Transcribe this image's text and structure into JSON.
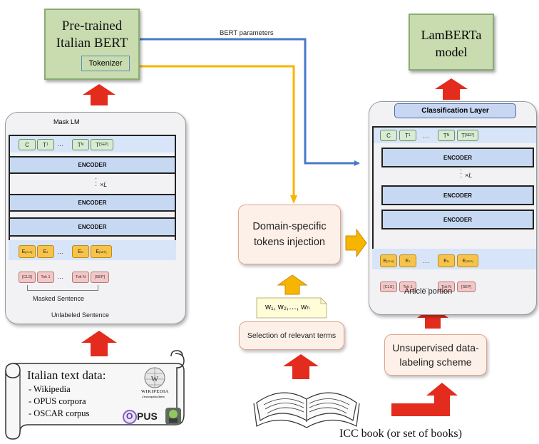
{
  "pretrained_box": {
    "title_line1": "Pre-trained",
    "title_line2": "Italian BERT",
    "tokenizer": "Tokenizer"
  },
  "lamberta_box": {
    "line1": "LamBERTa",
    "line2": "model"
  },
  "bert_parameters_label": "BERT parameters",
  "left_panel": {
    "mask_lm": "Mask LM",
    "encoder": "ENCODER",
    "xl": "×L",
    "out_tokens": [
      "C",
      "T",
      "…",
      "T",
      "T"
    ],
    "out_subs": [
      "",
      "1",
      "",
      "N",
      "[SEP]"
    ],
    "emb_tokens": [
      "E",
      "E",
      "…",
      "E",
      "E"
    ],
    "emb_subs": [
      "[CLS]",
      "1",
      "",
      "N",
      "[SEP]"
    ],
    "in_tokens": [
      "[CLS]",
      "Tok 1",
      "…",
      "Tok N",
      "[SEP]"
    ],
    "masked_sentence": "Masked Sentence",
    "unlabeled_sentence": "Unlabeled Sentence"
  },
  "right_panel": {
    "classification_layer": "Classification Layer",
    "encoder": "ENCODER",
    "xl": "×L",
    "out_tokens": [
      "C",
      "T",
      "…",
      "T",
      "T"
    ],
    "out_subs": [
      "",
      "1",
      "",
      "N",
      "[SEP]"
    ],
    "emb_tokens": [
      "E",
      "E",
      "…",
      "E",
      "E"
    ],
    "emb_subs": [
      "[CLS]",
      "1",
      "",
      "N",
      "[SEP]"
    ],
    "in_tokens": [
      "[CLS]",
      "Tok 1",
      "…",
      "Tok N",
      "[SEP]"
    ],
    "article_portion": "Article portion"
  },
  "domain_box": {
    "line1": "Domain-specific",
    "line2": "tokens injection"
  },
  "terms_note": "w₁, w₂,…, wₕ",
  "selection_box": "Selection of relevant terms",
  "unsupervised_box": {
    "line1": "Unsupervised data-",
    "line2": "labeling scheme"
  },
  "book_caption": "ICC book (or set of books)",
  "scroll": {
    "title": "Italian text data:",
    "items": [
      "- Wikipedia",
      "- OPUS corpora",
      "- OSCAR corpus"
    ],
    "wikipedia_logo": "WIKIPEDIA",
    "wikipedia_sub": "L'enciclopedia libera",
    "opus_o": "O",
    "opus_rest": "PUS"
  },
  "colors": {
    "blue_arrow": "#4a78c8",
    "yellow_arrow": "#f7b500",
    "red_arrow": "#e32b1e",
    "green_box": "#c8dcb0",
    "pink_box": "#fdf0e8"
  }
}
